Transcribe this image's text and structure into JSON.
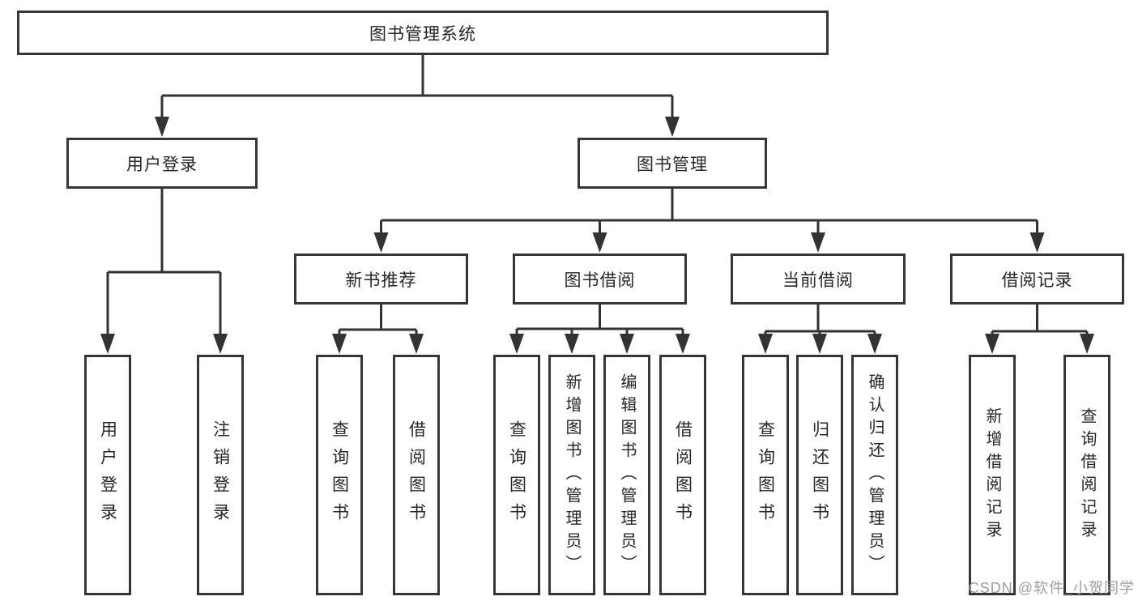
{
  "nodes": [
    {
      "id": "root",
      "label": "图书管理系统",
      "level": 1,
      "parent": null
    },
    {
      "id": "user-login",
      "label": "用户登录",
      "level": 2,
      "parent": "root"
    },
    {
      "id": "book-mgmt",
      "label": "图书管理",
      "level": 2,
      "parent": "root"
    },
    {
      "id": "new-book-rec",
      "label": "新书推荐",
      "level": 3,
      "parent": "book-mgmt"
    },
    {
      "id": "book-borrow",
      "label": "图书借阅",
      "level": 3,
      "parent": "book-mgmt"
    },
    {
      "id": "current-borrow",
      "label": "当前借阅",
      "level": 3,
      "parent": "book-mgmt"
    },
    {
      "id": "borrow-records",
      "label": "借阅记录",
      "level": 3,
      "parent": "book-mgmt"
    },
    {
      "id": "leaf-user-login",
      "label": "用户登录",
      "level": 4,
      "parent": "user-login"
    },
    {
      "id": "leaf-logout",
      "label": "注销登录",
      "level": 4,
      "parent": "user-login"
    },
    {
      "id": "leaf-query-book-new",
      "label": "查询图书",
      "level": 4,
      "parent": "new-book-rec"
    },
    {
      "id": "leaf-borrow-book-new",
      "label": "借阅图书",
      "level": 4,
      "parent": "new-book-rec"
    },
    {
      "id": "leaf-query-book-borrow",
      "label": "查询图书",
      "level": 4,
      "parent": "book-borrow"
    },
    {
      "id": "leaf-add-book",
      "label": "新增图书（管理员）",
      "level": 4,
      "parent": "book-borrow"
    },
    {
      "id": "leaf-edit-book",
      "label": "编辑图书（管理员）",
      "level": 4,
      "parent": "book-borrow"
    },
    {
      "id": "leaf-borrow-book",
      "label": "借阅图书",
      "level": 4,
      "parent": "book-borrow"
    },
    {
      "id": "leaf-query-book-current",
      "label": "查询图书",
      "level": 4,
      "parent": "current-borrow"
    },
    {
      "id": "leaf-return-book",
      "label": "归还图书",
      "level": 4,
      "parent": "current-borrow"
    },
    {
      "id": "leaf-confirm-return",
      "label": "确认归还（管理员）",
      "level": 4,
      "parent": "current-borrow"
    },
    {
      "id": "leaf-add-borrow-record",
      "label": "新增借阅记录",
      "level": 4,
      "parent": "borrow-records"
    },
    {
      "id": "leaf-query-borrow-record",
      "label": "查询借阅记录",
      "level": 4,
      "parent": "borrow-records"
    }
  ],
  "watermark": {
    "text": "CSDN @软件_小贺同学"
  },
  "colors": {
    "line": "#333333",
    "border": "#363636",
    "text": "#262626",
    "box_fill": "#ffffff",
    "background": "#ffffff",
    "watermark": "#9e9e9e"
  }
}
